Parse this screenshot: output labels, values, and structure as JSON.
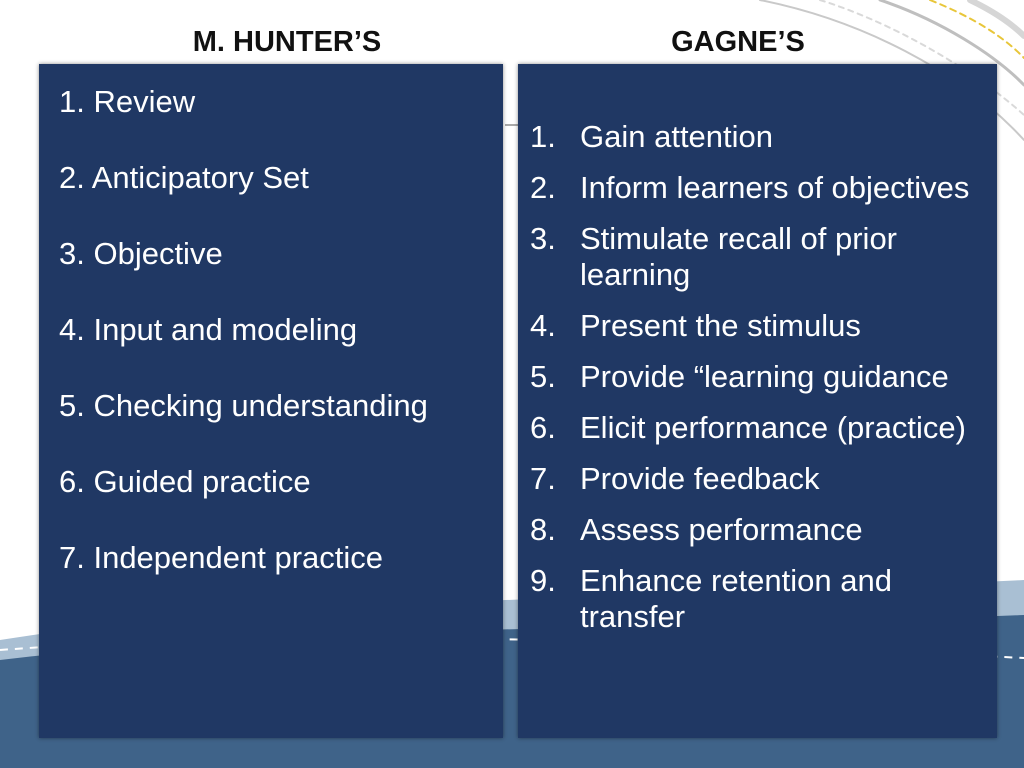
{
  "headings": {
    "left": "M. HUNTER’S",
    "right": "GAGNE’S"
  },
  "hunter": {
    "items": [
      {
        "label": "1. Review"
      },
      {
        "label": "2. Anticipatory Set"
      },
      {
        "label": "3. Objective"
      },
      {
        "label": "4. Input and modeling"
      },
      {
        "label": "5. Checking understanding"
      },
      {
        "label": "6. Guided practice"
      },
      {
        "label": "7. Independent practice"
      }
    ]
  },
  "gagne": {
    "items": [
      {
        "num": "1.",
        "text": "Gain attention"
      },
      {
        "num": "2.",
        "text": "Inform learners of objectives"
      },
      {
        "num": "3.",
        "text": "Stimulate recall of prior learning"
      },
      {
        "num": "4.",
        "text": "Present the stimulus"
      },
      {
        "num": "5.",
        "text": "Provide “learning guidance"
      },
      {
        "num": "6.",
        "text": "Elicit performance (practice)"
      },
      {
        "num": "7.",
        "text": "Provide feedback"
      },
      {
        "num": "8.",
        "text": "Assess performance"
      },
      {
        "num": "9.",
        "text": "Enhance retention and transfer"
      }
    ]
  },
  "colors": {
    "panel": "#203864",
    "panel_text": "#ffffff",
    "heading_text": "#111111",
    "wave_light": "#a9bfd3",
    "wave_dark": "#3f6389"
  }
}
